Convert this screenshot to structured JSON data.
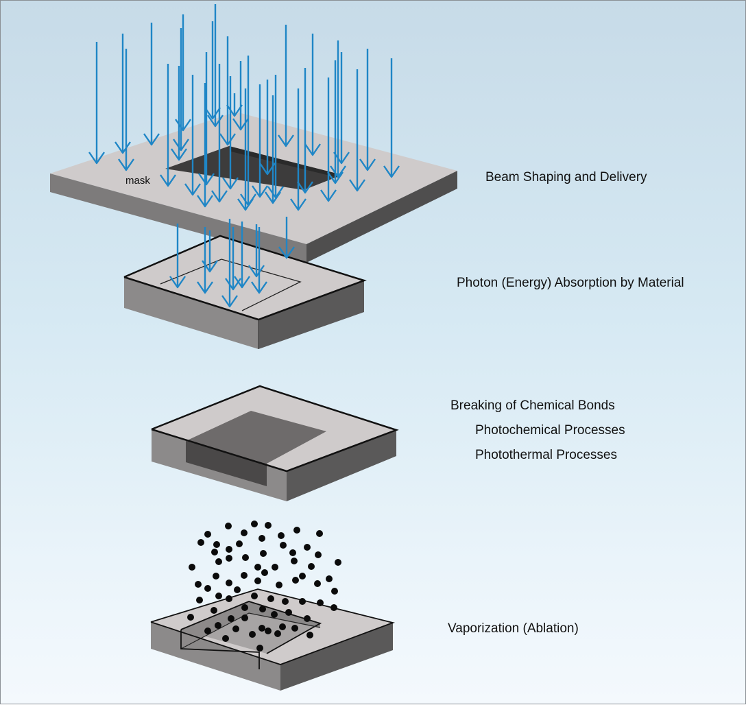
{
  "diagram": {
    "mask_label": "mask",
    "steps": [
      {
        "label": "Beam Shaping and Delivery"
      },
      {
        "label": "Photon (Energy) Absorption by Material"
      },
      {
        "label": "Breaking of Chemical Bonds",
        "sub": [
          "Photochemical Processes",
          "Photothermal Processes"
        ]
      },
      {
        "label": "Vaporization (Ablation)"
      }
    ]
  },
  "colors": {
    "arrow": "#1f86c6",
    "top_face": "#cfcbcb",
    "side_front": "#8c8a8a",
    "side_dark": "#5a5959",
    "cavity": "#6e6b6b",
    "particle": "#0b0b0b"
  }
}
